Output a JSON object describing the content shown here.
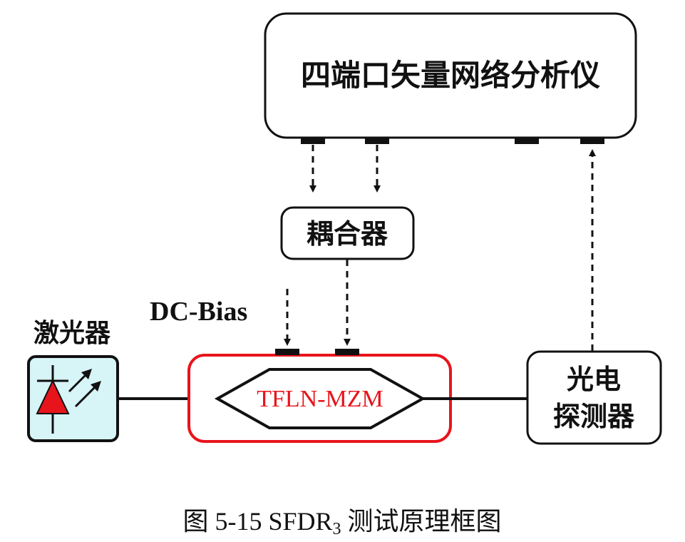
{
  "diagram": {
    "vna": {
      "label": "四端口矢量网络分析仪"
    },
    "coupler": {
      "label": "耦合器"
    },
    "dc_bias": {
      "label": "DC-Bias"
    },
    "laser": {
      "label": "激光器"
    },
    "modulator": {
      "label": "TFLN-MZM"
    },
    "detector": {
      "line1": "光电",
      "line2": "探测器"
    }
  },
  "caption": {
    "prefix": "图 5-15 SFDR",
    "subscript": "3",
    "suffix": " 测试原理框图"
  },
  "colors": {
    "modulator_border": "#e8141b",
    "modulator_text": "#e8141b",
    "laser_fill": "#d7f4f7",
    "diode_fill": "#e8141b",
    "line": "#111111"
  }
}
